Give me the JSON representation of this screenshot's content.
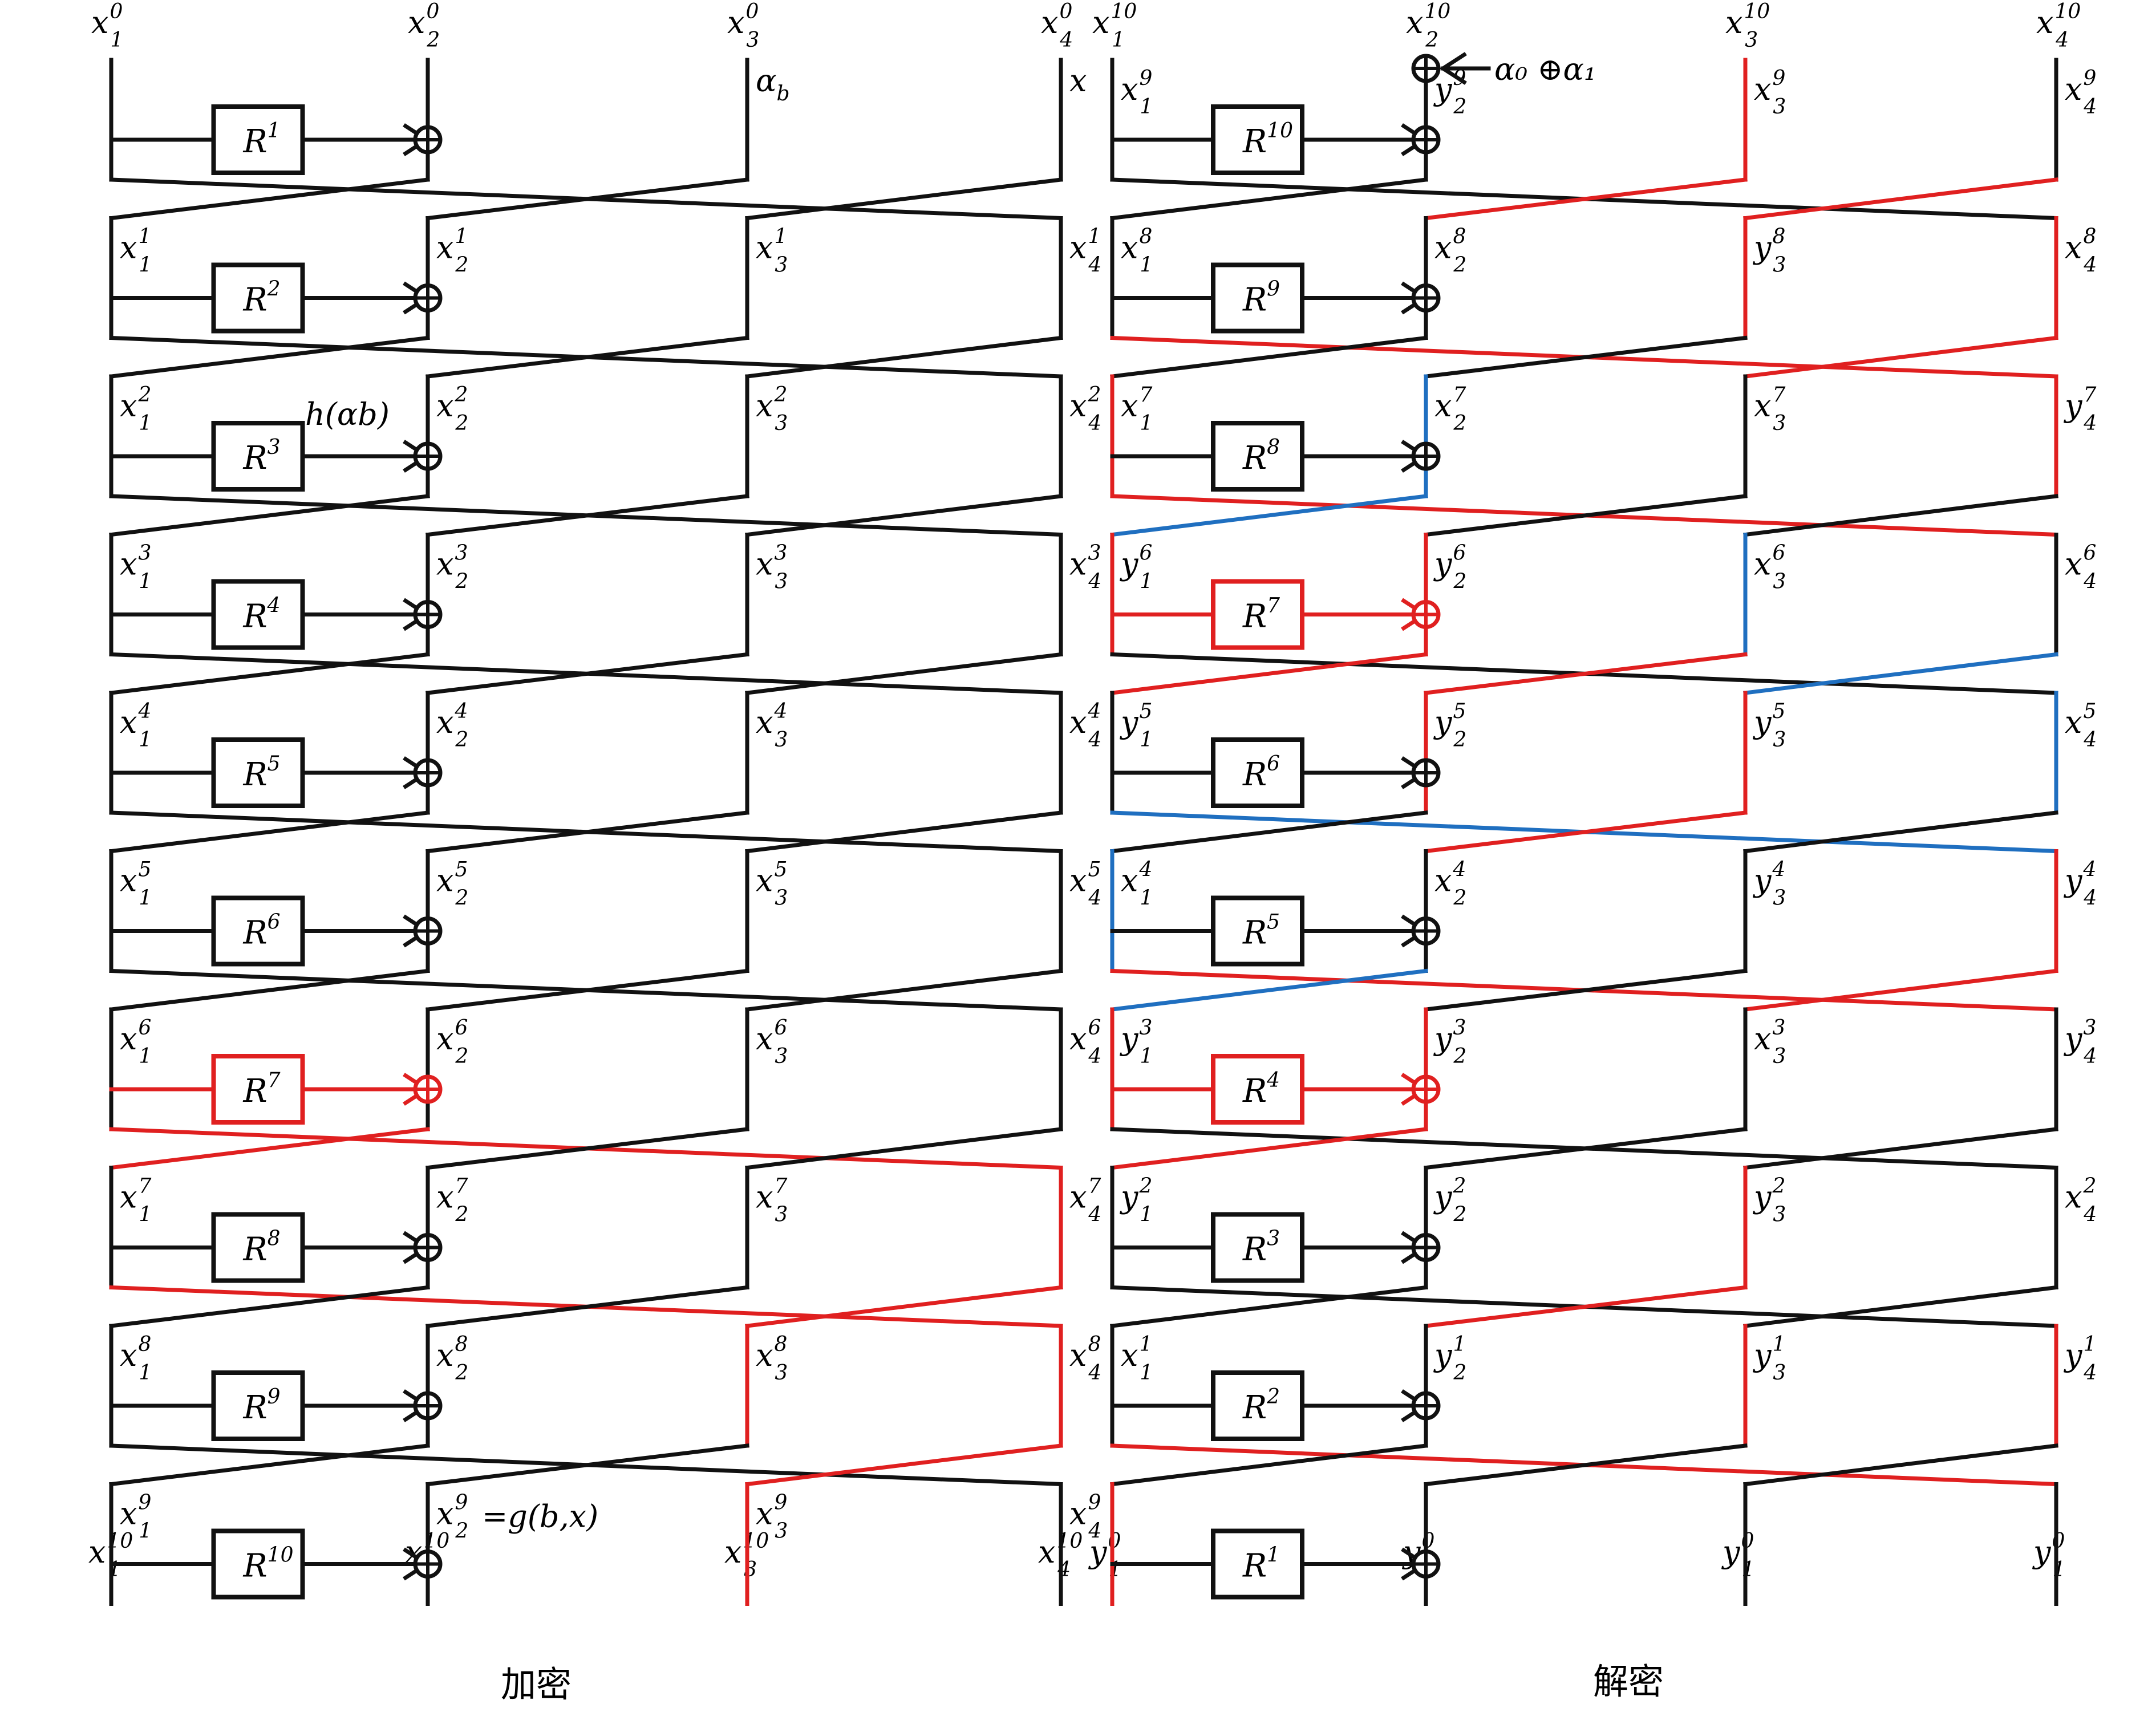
{
  "colors": {
    "black": "#111111",
    "red": "#e02020",
    "blue": "#1f6fc0"
  },
  "captions": {
    "encrypt": "加密",
    "decrypt": "解密"
  },
  "left": {
    "top_labels": [
      {
        "base": "x",
        "sub": "1",
        "sup": "0"
      },
      {
        "base": "x",
        "sub": "2",
        "sup": "0"
      },
      {
        "base": "x",
        "sub": "3",
        "sup": "0"
      },
      {
        "base": "x",
        "sub": "4",
        "sup": "0"
      }
    ],
    "top_annotations": [
      {
        "col": 2,
        "text": "α",
        "sub": "b",
        "color": "red"
      },
      {
        "col": 3,
        "text": "x",
        "sub": "",
        "color": "red"
      }
    ],
    "rounds": [
      {
        "r": "1",
        "color": "black",
        "labels": []
      },
      {
        "r": "2",
        "color": "black",
        "labels": [
          {
            "base": "x",
            "sub": "1",
            "sup": "1"
          },
          {
            "base": "x",
            "sub": "2",
            "sup": "1"
          },
          {
            "base": "x",
            "sub": "3",
            "sup": "1"
          },
          {
            "base": "x",
            "sub": "4",
            "sup": "1"
          }
        ]
      },
      {
        "r": "3",
        "color": "black",
        "note": "h(αb)",
        "labels": [
          {
            "base": "x",
            "sub": "1",
            "sup": "2"
          },
          {
            "base": "x",
            "sub": "2",
            "sup": "2"
          },
          {
            "base": "x",
            "sub": "3",
            "sup": "2"
          },
          {
            "base": "x",
            "sub": "4",
            "sup": "2"
          }
        ]
      },
      {
        "r": "4",
        "color": "black",
        "labels": [
          {
            "base": "x",
            "sub": "1",
            "sup": "3"
          },
          {
            "base": "x",
            "sub": "2",
            "sup": "3"
          },
          {
            "base": "x",
            "sub": "3",
            "sup": "3"
          },
          {
            "base": "x",
            "sub": "4",
            "sup": "3"
          }
        ]
      },
      {
        "r": "5",
        "color": "black",
        "labels": [
          {
            "base": "x",
            "sub": "1",
            "sup": "4"
          },
          {
            "base": "x",
            "sub": "2",
            "sup": "4"
          },
          {
            "base": "x",
            "sub": "3",
            "sup": "4"
          },
          {
            "base": "x",
            "sub": "4",
            "sup": "4"
          }
        ]
      },
      {
        "r": "6",
        "color": "black",
        "labels": [
          {
            "base": "x",
            "sub": "1",
            "sup": "5"
          },
          {
            "base": "x",
            "sub": "2",
            "sup": "5"
          },
          {
            "base": "x",
            "sub": "3",
            "sup": "5"
          },
          {
            "base": "x",
            "sub": "4",
            "sup": "5"
          }
        ]
      },
      {
        "r": "7",
        "color": "red",
        "labels": [
          {
            "base": "x",
            "sub": "1",
            "sup": "6"
          },
          {
            "base": "x",
            "sub": "2",
            "sup": "6"
          },
          {
            "base": "x",
            "sub": "3",
            "sup": "6"
          },
          {
            "base": "x",
            "sub": "4",
            "sup": "6"
          }
        ]
      },
      {
        "r": "8",
        "color": "black",
        "labels": [
          {
            "base": "x",
            "sub": "1",
            "sup": "7"
          },
          {
            "base": "x",
            "sub": "2",
            "sup": "7"
          },
          {
            "base": "x",
            "sub": "3",
            "sup": "7"
          },
          {
            "base": "x",
            "sub": "4",
            "sup": "7"
          }
        ]
      },
      {
        "r": "9",
        "color": "black",
        "labels": [
          {
            "base": "x",
            "sub": "1",
            "sup": "8"
          },
          {
            "base": "x",
            "sub": "2",
            "sup": "8"
          },
          {
            "base": "x",
            "sub": "3",
            "sup": "8"
          },
          {
            "base": "x",
            "sub": "4",
            "sup": "8"
          }
        ]
      },
      {
        "r": "10",
        "color": "black",
        "note2": "=g(b,x)",
        "labels": [
          {
            "base": "x",
            "sub": "1",
            "sup": "9"
          },
          {
            "base": "x",
            "sub": "2",
            "sup": "9"
          },
          {
            "base": "x",
            "sub": "3",
            "sup": "9"
          },
          {
            "base": "x",
            "sub": "4",
            "sup": "9"
          }
        ]
      }
    ],
    "bottom_labels": [
      {
        "base": "x",
        "sub": "1",
        "sup": "10"
      },
      {
        "base": "x",
        "sub": "2",
        "sup": "10"
      },
      {
        "base": "x",
        "sub": "3",
        "sup": "10"
      },
      {
        "base": "x",
        "sub": "4",
        "sup": "10"
      }
    ]
  },
  "right": {
    "top_labels": [
      {
        "base": "x",
        "sub": "1",
        "sup": "10"
      },
      {
        "base": "x",
        "sub": "2",
        "sup": "10"
      },
      {
        "base": "x",
        "sub": "3",
        "sup": "10"
      },
      {
        "base": "x",
        "sub": "4",
        "sup": "10"
      }
    ],
    "top_annotation": {
      "text": "α₀ ⊕α₁",
      "color": "red"
    },
    "rounds": [
      {
        "r": "10",
        "color": "black",
        "labels": [
          {
            "base": "x",
            "sub": "1",
            "sup": "9"
          },
          {
            "base": "y",
            "sub": "2",
            "sup": "9"
          },
          {
            "base": "x",
            "sub": "3",
            "sup": "9"
          },
          {
            "base": "x",
            "sub": "4",
            "sup": "9"
          }
        ]
      },
      {
        "r": "9",
        "color": "black",
        "labels": [
          {
            "base": "x",
            "sub": "1",
            "sup": "8"
          },
          {
            "base": "x",
            "sub": "2",
            "sup": "8"
          },
          {
            "base": "y",
            "sub": "3",
            "sup": "8"
          },
          {
            "base": "x",
            "sub": "4",
            "sup": "8"
          }
        ]
      },
      {
        "r": "8",
        "color": "black",
        "labels": [
          {
            "base": "x",
            "sub": "1",
            "sup": "7"
          },
          {
            "base": "x",
            "sub": "2",
            "sup": "7"
          },
          {
            "base": "x",
            "sub": "3",
            "sup": "7"
          },
          {
            "base": "y",
            "sub": "4",
            "sup": "7"
          }
        ]
      },
      {
        "r": "7",
        "color": "red",
        "labels": [
          {
            "base": "y",
            "sub": "1",
            "sup": "6"
          },
          {
            "base": "y",
            "sub": "2",
            "sup": "6"
          },
          {
            "base": "x",
            "sub": "3",
            "sup": "6"
          },
          {
            "base": "x",
            "sub": "4",
            "sup": "6"
          }
        ]
      },
      {
        "r": "6",
        "color": "black",
        "labels": [
          {
            "base": "y",
            "sub": "1",
            "sup": "5"
          },
          {
            "base": "y",
            "sub": "2",
            "sup": "5"
          },
          {
            "base": "y",
            "sub": "3",
            "sup": "5"
          },
          {
            "base": "x",
            "sub": "4",
            "sup": "5"
          }
        ]
      },
      {
        "r": "5",
        "color": "black",
        "labels": [
          {
            "base": "x",
            "sub": "1",
            "sup": "4"
          },
          {
            "base": "x",
            "sub": "2",
            "sup": "4"
          },
          {
            "base": "y",
            "sub": "3",
            "sup": "4"
          },
          {
            "base": "y",
            "sub": "4",
            "sup": "4"
          }
        ]
      },
      {
        "r": "4",
        "color": "red",
        "labels": [
          {
            "base": "y",
            "sub": "1",
            "sup": "3"
          },
          {
            "base": "y",
            "sub": "2",
            "sup": "3"
          },
          {
            "base": "x",
            "sub": "3",
            "sup": "3"
          },
          {
            "base": "y",
            "sub": "4",
            "sup": "3"
          }
        ]
      },
      {
        "r": "3",
        "color": "black",
        "labels": [
          {
            "base": "y",
            "sub": "1",
            "sup": "2"
          },
          {
            "base": "y",
            "sub": "2",
            "sup": "2"
          },
          {
            "base": "y",
            "sub": "3",
            "sup": "2"
          },
          {
            "base": "x",
            "sub": "4",
            "sup": "2"
          }
        ]
      },
      {
        "r": "2",
        "color": "black",
        "labels": [
          {
            "base": "x",
            "sub": "1",
            "sup": "1"
          },
          {
            "base": "y",
            "sub": "2",
            "sup": "1"
          },
          {
            "base": "y",
            "sub": "3",
            "sup": "1"
          },
          {
            "base": "y",
            "sub": "4",
            "sup": "1"
          }
        ]
      },
      {
        "r": "1",
        "color": "black",
        "labels": []
      }
    ],
    "bottom_labels": [
      {
        "base": "y",
        "sub": "1",
        "sup": "0"
      },
      {
        "base": "y",
        "sub": "1",
        "sup": "0"
      },
      {
        "base": "y",
        "sub": "1",
        "sup": "0"
      },
      {
        "base": "y",
        "sub": "1",
        "sup": "0"
      }
    ]
  }
}
